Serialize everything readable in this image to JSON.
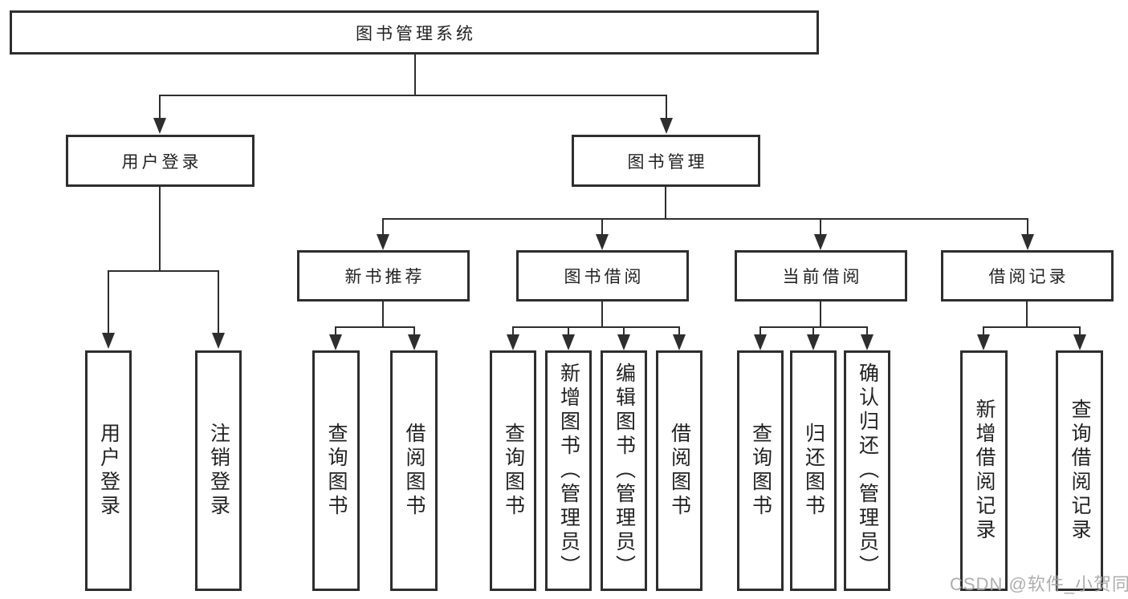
{
  "diagram": {
    "root": {
      "label": "图书管理系统"
    },
    "branches": [
      {
        "label": "用户登录",
        "children": [
          {
            "label": "用户登录"
          },
          {
            "label": "注销登录"
          }
        ]
      },
      {
        "label": "图书管理",
        "children": [
          {
            "label": "新书推荐",
            "children": [
              {
                "label": "查询图书"
              },
              {
                "label": "借阅图书"
              }
            ]
          },
          {
            "label": "图书借阅",
            "children": [
              {
                "label": "查询图书"
              },
              {
                "label": "新增图书（管理员）"
              },
              {
                "label": "编辑图书（管理员）"
              },
              {
                "label": "借阅图书"
              }
            ]
          },
          {
            "label": "当前借阅",
            "children": [
              {
                "label": "查询图书"
              },
              {
                "label": "归还图书"
              },
              {
                "label": "确认归还（管理员）"
              }
            ]
          },
          {
            "label": "借阅记录",
            "children": [
              {
                "label": "新增借阅记录"
              },
              {
                "label": "查询借阅记录"
              }
            ]
          }
        ]
      }
    ]
  },
  "style": {
    "line_color": "#2e2e2e",
    "text_color": "#222222",
    "background": "#ffffff",
    "watermark_color": "#a5a5a5"
  },
  "watermark": {
    "text": "CSDN @软件_小贺同学"
  }
}
